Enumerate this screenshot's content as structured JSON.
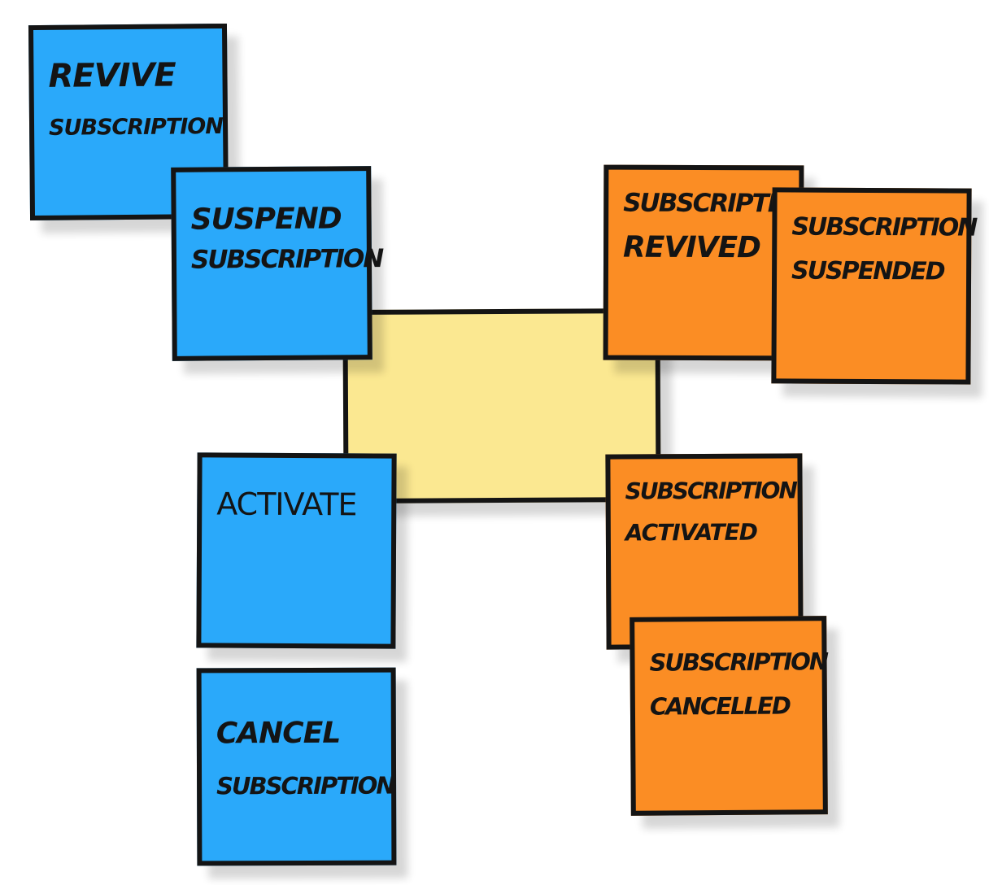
{
  "colors": {
    "command": "#2aa9fa",
    "event": "#fb8d24",
    "aggregate": "#fbe891",
    "outline": "#141414"
  },
  "commands": {
    "revive": [
      "REVIVE",
      "SUBSCRIPTION"
    ],
    "suspend": [
      "SUSPEND",
      "SUBSCRIPTION"
    ],
    "activate": [
      "ACTIVATE"
    ],
    "cancel": [
      "CANCEL",
      "SUBSCRIPTION"
    ]
  },
  "events": {
    "revived": [
      "SUBSCRIPTI",
      "REVIVED"
    ],
    "suspended": [
      "SUBSCRIPTION",
      "SUSPENDED"
    ],
    "activated": [
      "SUBSCRIPTION",
      "ACTIVATED"
    ],
    "cancelled": [
      "SUBSCRIPTION",
      "CANCELLED"
    ]
  },
  "aggregate": {
    "label": ""
  }
}
